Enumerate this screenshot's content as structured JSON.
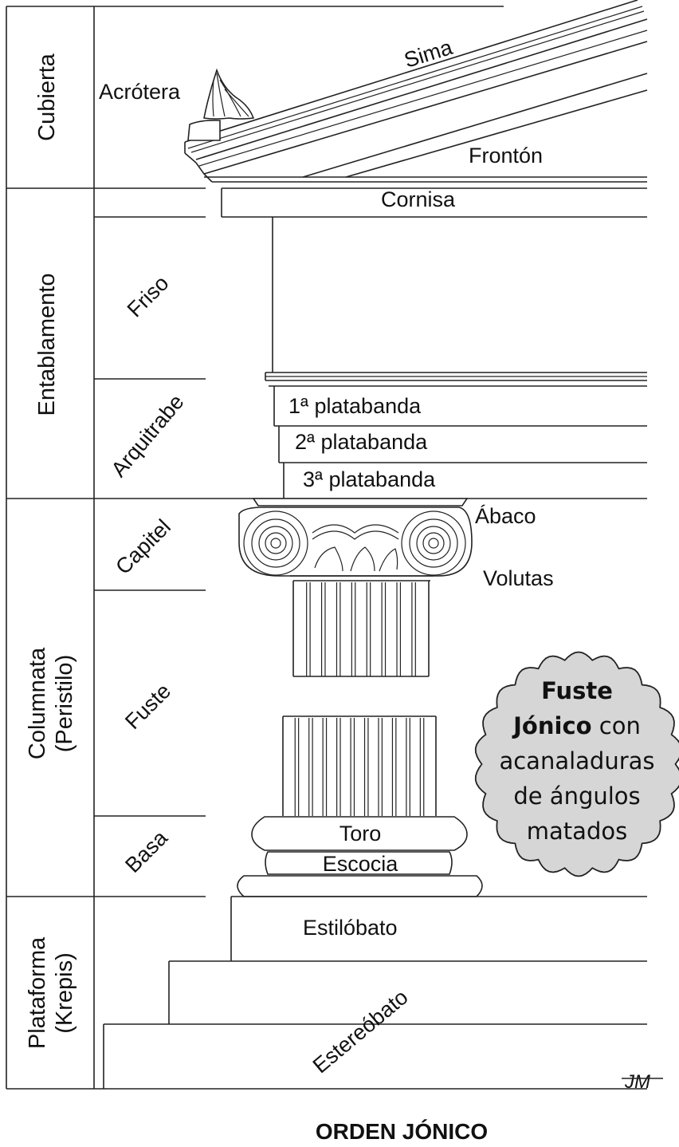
{
  "sections": {
    "cubierta": "Cubierta",
    "entablamento": "Entablamento",
    "columnata_line1": "Columnata",
    "columnata_line2": "(Peristilo)",
    "plataforma_line1": "Plataforma",
    "plataforma_line2": "(Krepis)"
  },
  "subsections": {
    "friso": "Friso",
    "arquitrabe": "Arquitrabe",
    "capitel": "Capitel",
    "fuste": "Fuste",
    "basa": "Basa"
  },
  "parts": {
    "acrotera": "Acrótera",
    "sima": "Sima",
    "fronton": "Frontón",
    "cornisa": "Cornisa",
    "platabanda1": "1ª platabanda",
    "platabanda2": "2ª platabanda",
    "platabanda3": "3ª platabanda",
    "abaco": "Ábaco",
    "volutas": "Volutas",
    "toro": "Toro",
    "escocia": "Escocia",
    "estilobato": "Estilóbato",
    "estereobato": "Estereóbato"
  },
  "badge": {
    "line1": "Fuste",
    "line2_bold": "Jónico",
    "line2_rest": " con",
    "line3": "acanaladuras",
    "line4": "de ángulos",
    "line5": "matados",
    "fill_color": "#d6d6d6"
  },
  "signature": "JM",
  "title": "ORDEN JÓNICO"
}
